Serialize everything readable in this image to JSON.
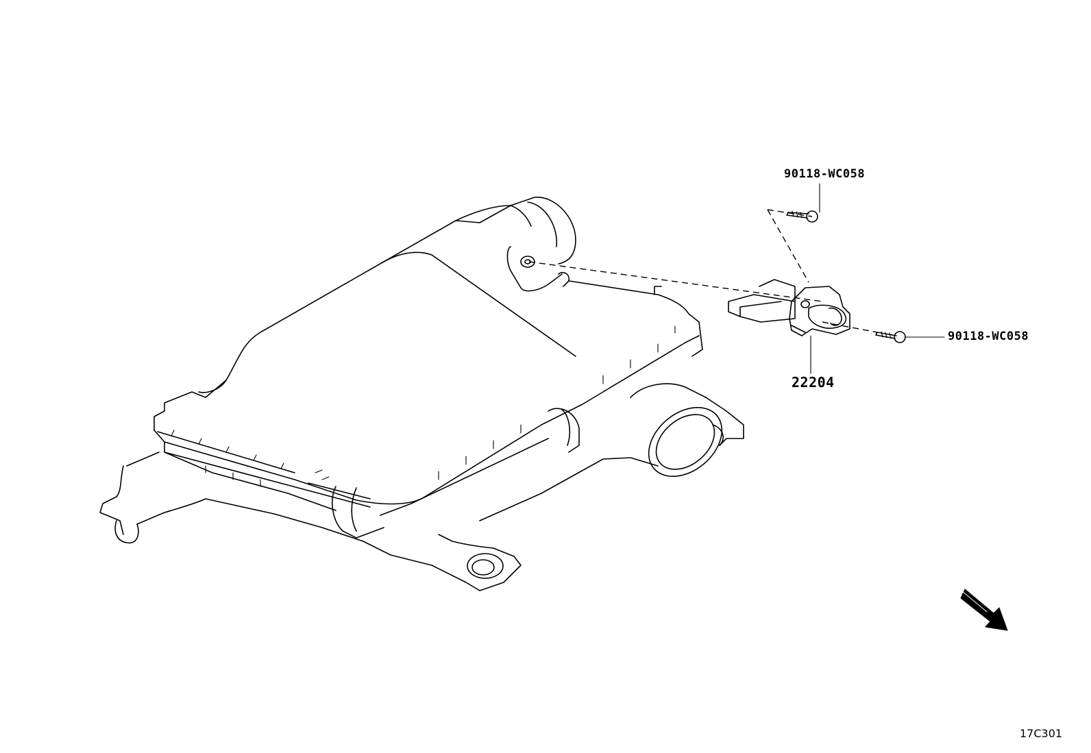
{
  "callouts": {
    "top_bolt": "90118-WC058",
    "right_bolt": "90118-WC058",
    "sensor": "22204"
  },
  "direction_indicator": "FWD",
  "diagram_code": "17C301"
}
